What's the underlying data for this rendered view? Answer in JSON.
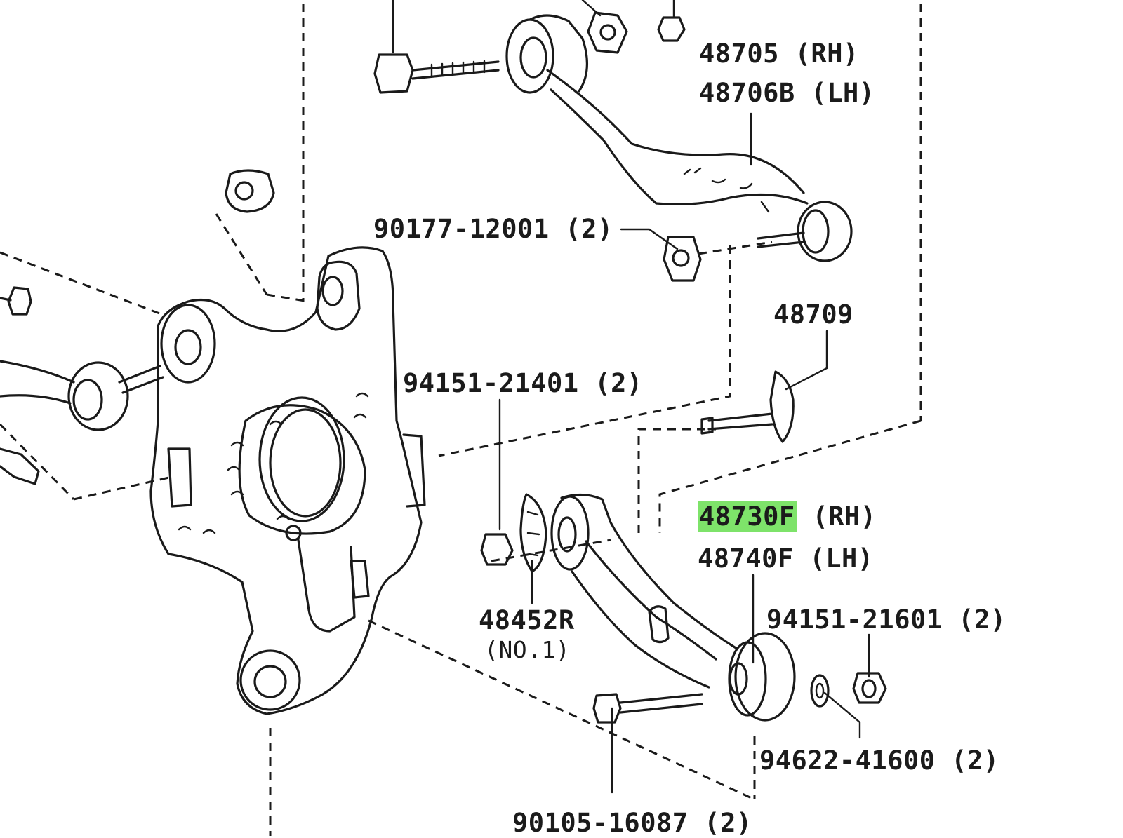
{
  "callouts": {
    "upper_arm_rh": "48705 (RH)",
    "upper_arm_lh": "48706B (LH)",
    "upper_bolt": "90177-12001 (2)",
    "cam_plate": "48709",
    "knuckle_nut": "94151-21401 (2)",
    "lower_arm_rh_prefix": "48730F",
    "lower_arm_rh_suffix": "(RH)",
    "lower_arm_lh": "48740F (LH)",
    "bushing_number": "48452R",
    "bushing_note": "(NO.1)",
    "lower_nut": "94151-21601 (2)",
    "washer": "94622-41600 (2)",
    "lower_bolt": "90105-16087 (2)"
  },
  "colors": {
    "highlight": "#7ee36a",
    "ink": "#1a1a1a"
  }
}
